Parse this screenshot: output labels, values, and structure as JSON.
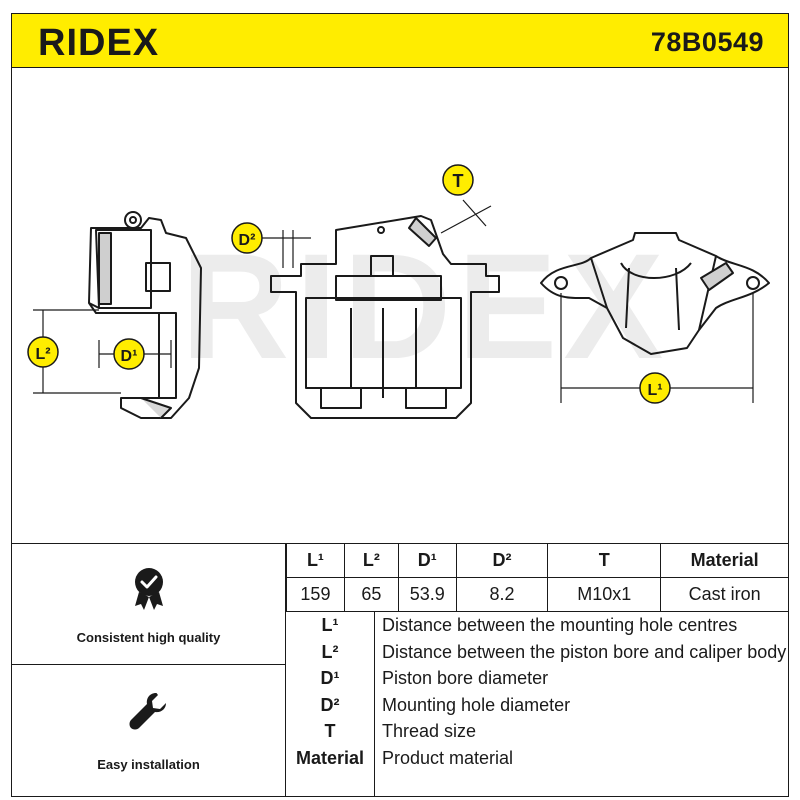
{
  "header": {
    "brand": "RIDEX",
    "part_number": "78B0549",
    "accent_color": "#ffed00"
  },
  "drawing": {
    "watermark": "RIDEX",
    "labels": {
      "t": "T",
      "d2": "D²",
      "l2": "L²",
      "d1": "D¹",
      "l1": "L¹"
    }
  },
  "features": [
    {
      "label": "Consistent high quality",
      "icon": "quality-badge-icon"
    },
    {
      "label": "Easy installation",
      "icon": "wrench-icon"
    }
  ],
  "spec_table": {
    "headers": [
      "L¹",
      "L²",
      "D¹",
      "D²",
      "T",
      "Material"
    ],
    "values": [
      "159",
      "65",
      "53.9",
      "8.2",
      "M10x1",
      "Cast iron"
    ]
  },
  "legend": [
    {
      "key": "L¹",
      "desc": "Distance between the mounting hole centres"
    },
    {
      "key": "L²",
      "desc": "Distance between the piston bore and caliper body"
    },
    {
      "key": "D¹",
      "desc": "Piston bore diameter"
    },
    {
      "key": "D²",
      "desc": "Mounting hole diameter"
    },
    {
      "key": "T",
      "desc": "Thread size"
    },
    {
      "key": "Material",
      "desc": "Product material"
    }
  ]
}
